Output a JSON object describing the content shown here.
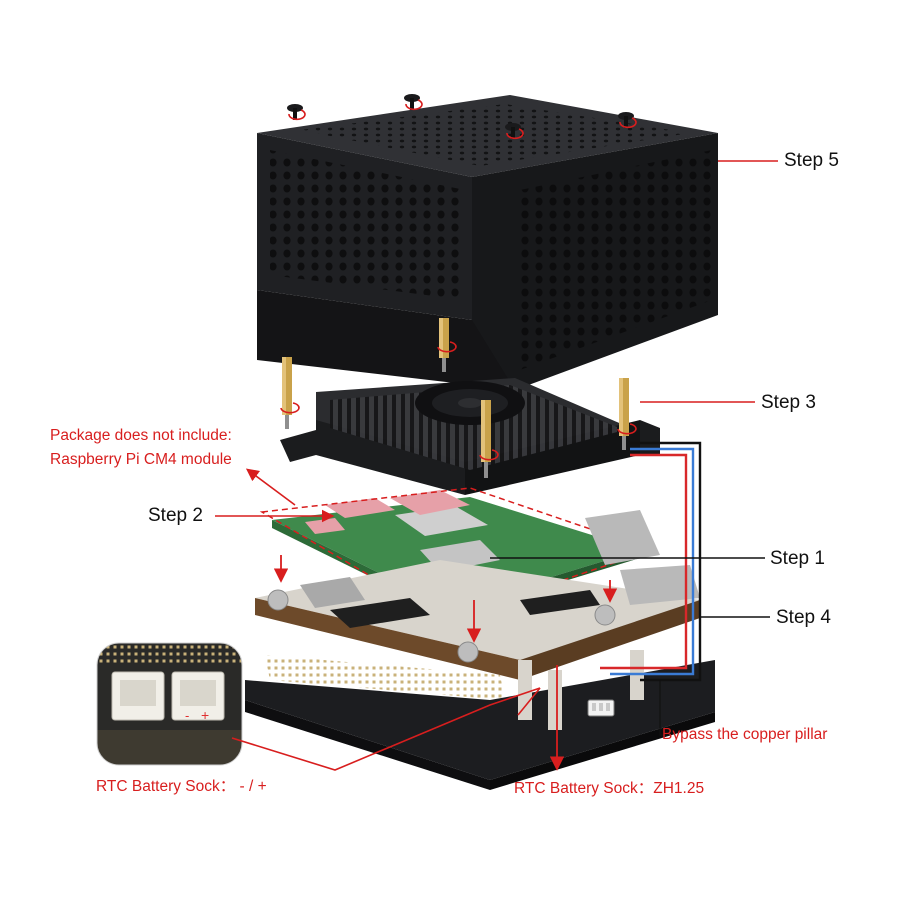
{
  "labels": {
    "step5": "Step 5",
    "step3": "Step 3",
    "step2": "Step 2",
    "step1": "Step 1",
    "step4": "Step 4",
    "package_line1": "Package does not include:",
    "package_line2": "Raspberry Pi CM4 module",
    "bypass": "Bypass the copper pillar",
    "rtc_left": "RTC Battery Sock：  - / +",
    "rtc_right": "RTC Battery Sock：ZH1.25",
    "inset_minus": "-",
    "inset_plus": "+"
  },
  "colors": {
    "annotation": "#d81e1e",
    "leader": "#111111",
    "case_black": "#1e1f22",
    "heatsink": "#2a2b2e",
    "brass": "#c9a24a",
    "pcb_green": "#3f8a4c",
    "carrier_board": "#d8d4cc",
    "wire_red": "#d8282a",
    "wire_blue": "#3a7bd5",
    "wire_black": "#111111",
    "thermal_pad": "#e6a0a8"
  },
  "icons": [
    "screw-icon",
    "brass-standoff-icon",
    "cooling-fan-icon",
    "rtc-connector-icon"
  ]
}
